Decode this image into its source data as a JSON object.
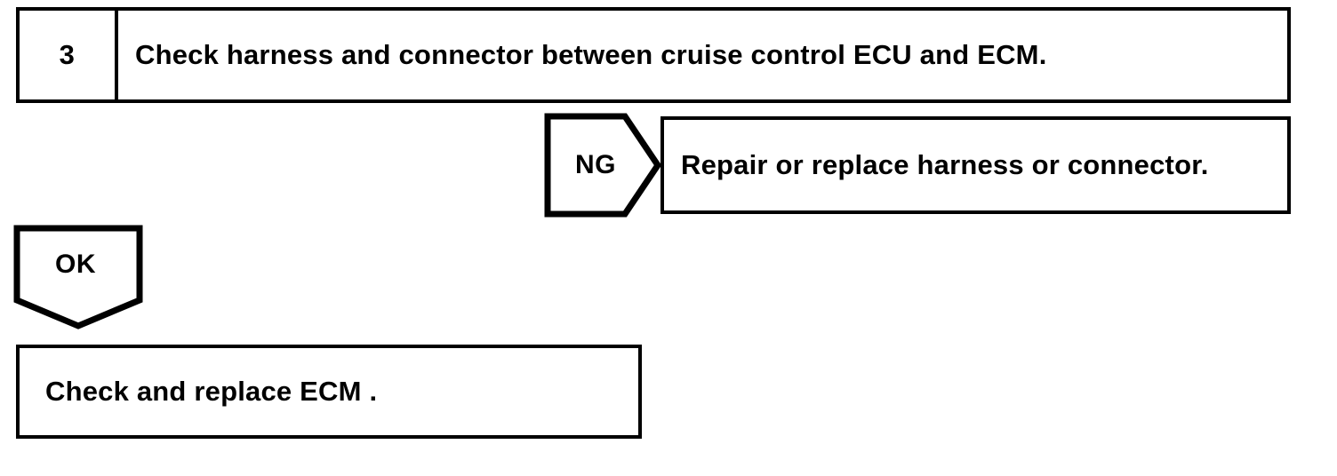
{
  "document": {
    "kind": "troubleshooting-flowchart",
    "ink_color": "#000000",
    "background_color": "#ffffff"
  },
  "step": {
    "number": "3",
    "instruction": "Check harness and connector between cruise control ECU and ECM."
  },
  "branches": {
    "ng": {
      "label": "NG",
      "direction": "right",
      "action": "Repair or replace harness or connector."
    },
    "ok": {
      "label": "OK",
      "direction": "down",
      "action": "Check and replace ECM ."
    }
  }
}
